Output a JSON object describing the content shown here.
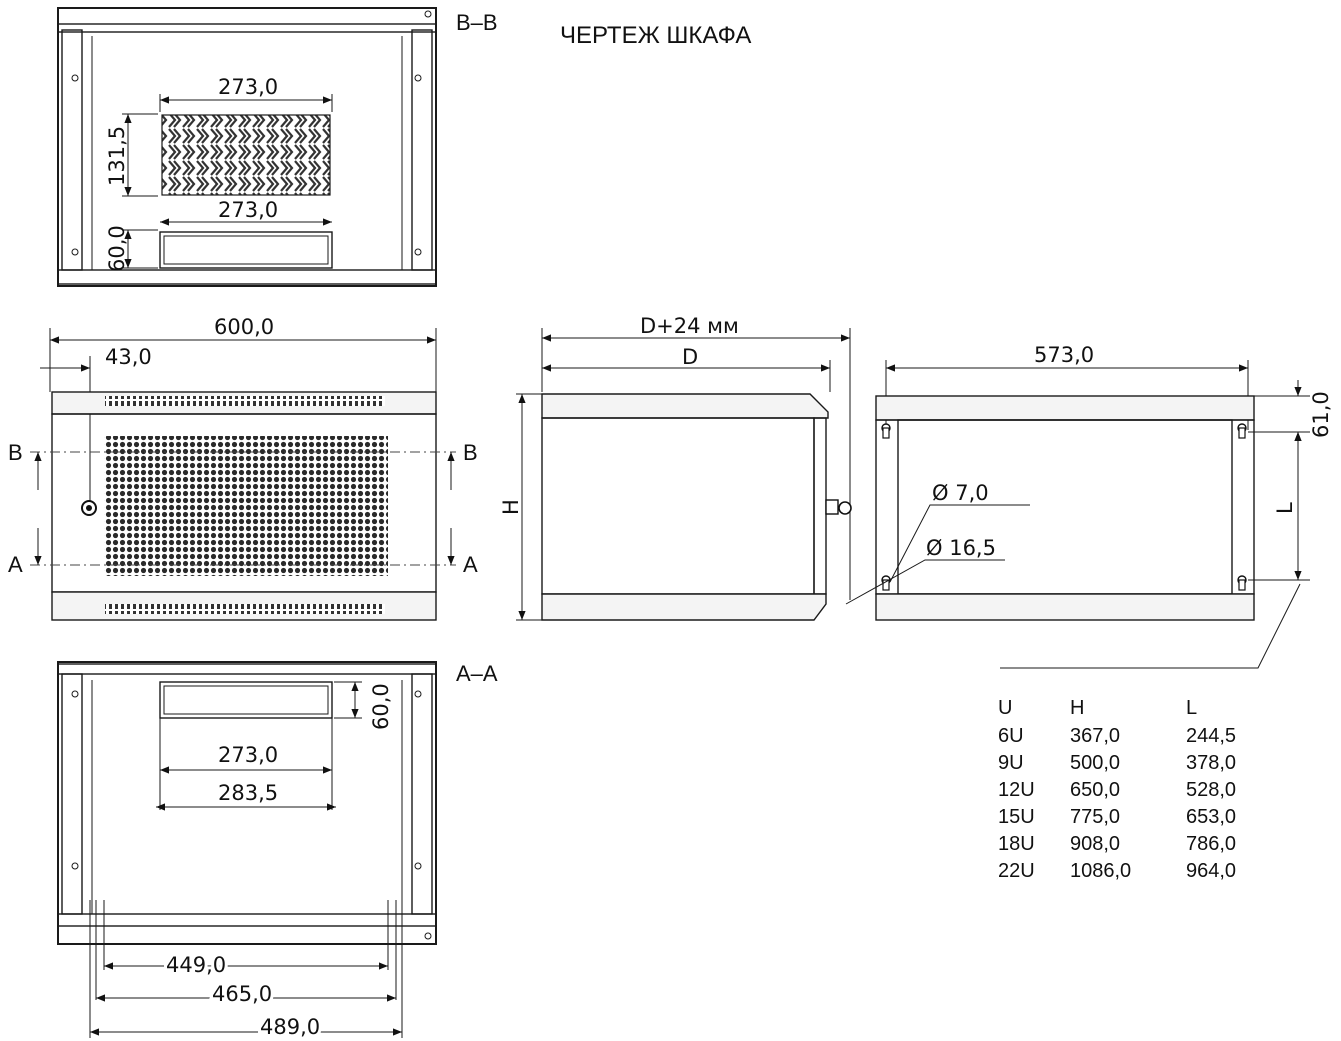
{
  "title": "ЧЕРТЕЖ ШКАФА",
  "sections": {
    "bb_label": "B–B",
    "aa_label": "A–A",
    "b_left": "B",
    "b_right": "B",
    "a_left": "A",
    "a_right": "A"
  },
  "top_view": {
    "vent_width": "273,0",
    "vent_height": "131,5",
    "slot_width": "273,0",
    "slot_height": "60,0"
  },
  "front_view": {
    "width": "600,0",
    "lock_offset": "43,0"
  },
  "side_view": {
    "depth_plus": "D+24 мм",
    "depth": "D",
    "height": "H"
  },
  "back_view": {
    "width": "573,0",
    "top_offset": "61,0",
    "hole_spacing": "L",
    "hole_small": "Ø 7,0",
    "hole_large": "Ø 16,5"
  },
  "bottom_view": {
    "slot_height": "60,0",
    "slot_width": "273,0",
    "slot_outer": "283,5",
    "rail_449": "449,0",
    "rail_465": "465,0",
    "rail_489": "489,0"
  },
  "size_table": {
    "headers": [
      "U",
      "H",
      "L"
    ],
    "rows": [
      [
        "6U",
        "367,0",
        "244,5"
      ],
      [
        "9U",
        "500,0",
        "378,0"
      ],
      [
        "12U",
        "650,0",
        "528,0"
      ],
      [
        "15U",
        "775,0",
        "653,0"
      ],
      [
        "18U",
        "908,0",
        "786,0"
      ],
      [
        "22U",
        "1086,0",
        "964,0"
      ]
    ]
  }
}
